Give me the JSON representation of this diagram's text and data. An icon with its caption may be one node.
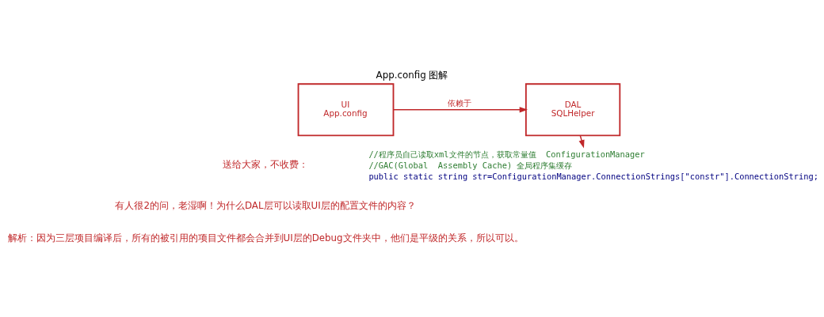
{
  "diagram": {
    "title": "App.config 图解",
    "nodes": [
      {
        "text": [
          "UI",
          "App.config"
        ]
      },
      {
        "text": [
          "DAL",
          "SQLHelper"
        ]
      },
      {
        "text": [
          "//程序员自己读取xml文件的节点，获取常量值  ConfigurationManager",
          "//GAC(Global  Assembly Cache) 全局程序集缓存",
          "public static string str=ConfigurationManager.ConnectionStrings[\"constr\"].ConnectionString;"
        ]
      }
    ],
    "edges": [
      {
        "from": 0,
        "to": 1,
        "arrow": "to",
        "label": "依赖于"
      },
      {
        "from": 1,
        "to": 2,
        "arrow": "to"
      }
    ],
    "labels": [
      "送给大家，不收费：",
      "有人很2的问，老湿啊！为什么DAL层可以读取UI层的配置文件的内容？",
      "解析：因为三层项目编译后，所有的被引用的项目文件都会合并到UI层的Debug文件夹中，他们是平级的关系，所以可以。"
    ]
  }
}
